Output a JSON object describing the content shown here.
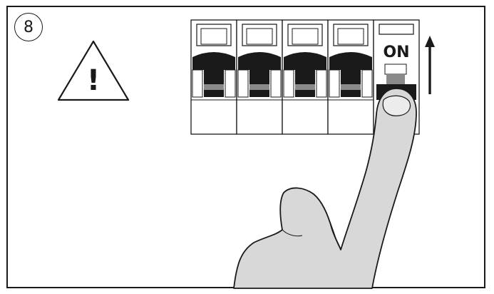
{
  "step": {
    "number": "8"
  },
  "warning": {
    "symbol": "!",
    "icon": "warning-triangle-icon"
  },
  "switch": {
    "label": "ON",
    "state": "on"
  },
  "breakers": {
    "count": 5
  },
  "colors": {
    "ink": "#1a1a1a",
    "finger": "#d8d8d8",
    "breaker_gray": "#8a8a8a"
  }
}
